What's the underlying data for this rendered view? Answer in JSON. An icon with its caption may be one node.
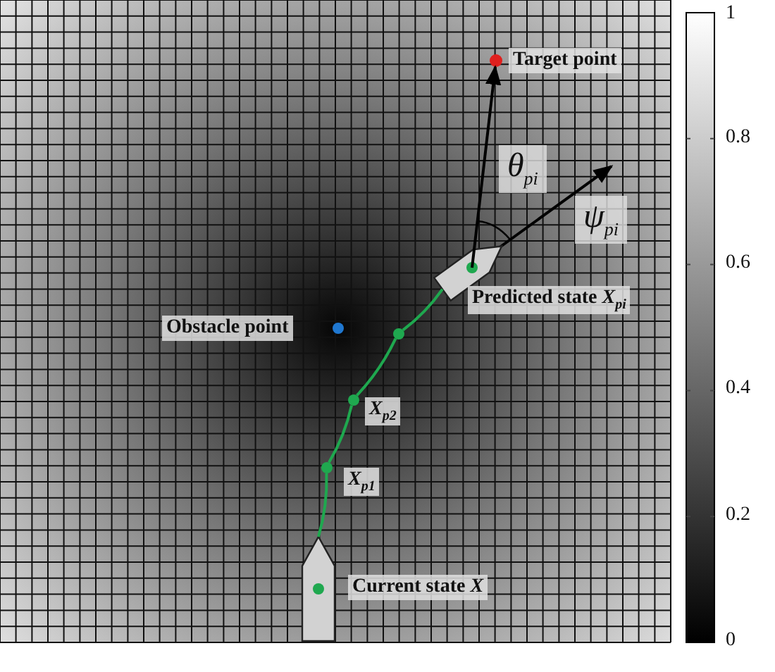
{
  "diagram": {
    "nodes": [
      {
        "text": [
          "Target point"
        ]
      },
      {
        "text": [
          "Predicted state *X*$_{pi}$"
        ]
      },
      {
        "text": [
          "Obstacle point"
        ]
      },
      {
        "text": [],
        "shape": "circle"
      },
      {
        "text": [
          "*X*$_{p2}$"
        ]
      },
      {
        "text": [
          "*X*$_{p1}$"
        ]
      },
      {
        "text": [
          "Current state *X*"
        ]
      }
    ],
    "edges": [
      {
        "from": 1,
        "to": 0,
        "arrow": "to",
        "color": "#000000"
      },
      {
        "from": 6,
        "to": 5,
        "arrow": "none",
        "color": "#1fa84f"
      },
      {
        "from": 5,
        "to": 4,
        "arrow": "none",
        "color": "#1fa84f"
      },
      {
        "from": 4,
        "to": 3,
        "arrow": "none",
        "color": "#1fa84f"
      },
      {
        "from": 3,
        "to": 1,
        "arrow": "none",
        "color": "#1fa84f"
      }
    ],
    "labels": [
      "1",
      "*θ*$_{pi}$",
      "0.8",
      "*ψ*$_{pi}$",
      "0.6",
      "0.4",
      "0.2",
      "0"
    ]
  }
}
